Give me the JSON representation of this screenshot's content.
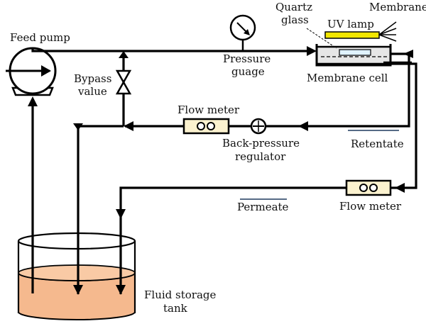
{
  "labels": {
    "feed_pump": "Feed pump",
    "pressure_gauge_line1": "Pressure",
    "pressure_gauge_line2": "guage",
    "quartz_line1": "Quartz",
    "quartz_line2": "glass",
    "uv_lamp": "UV lamp",
    "membrane": "Membrane",
    "membrane_cell": "Membrane cell",
    "bypass_line1": "Bypass",
    "bypass_line2": "value",
    "flow_meter_top": "Flow meter",
    "back_pressure_line1": "Back-pressure",
    "back_pressure_line2": "regulator",
    "retentate": "Retentate",
    "flow_meter_bottom": "Flow meter",
    "permeate": "Permeate",
    "fluid_tank_line1": "Fluid storage",
    "fluid_tank_line2": "tank"
  },
  "colors": {
    "pipe": "#000000",
    "fluid": "#f5b98e",
    "uv_lamp": "#f2e600",
    "flow_meter_body": "#fbf2cf",
    "flow_arrow": "#1f3a5f"
  }
}
